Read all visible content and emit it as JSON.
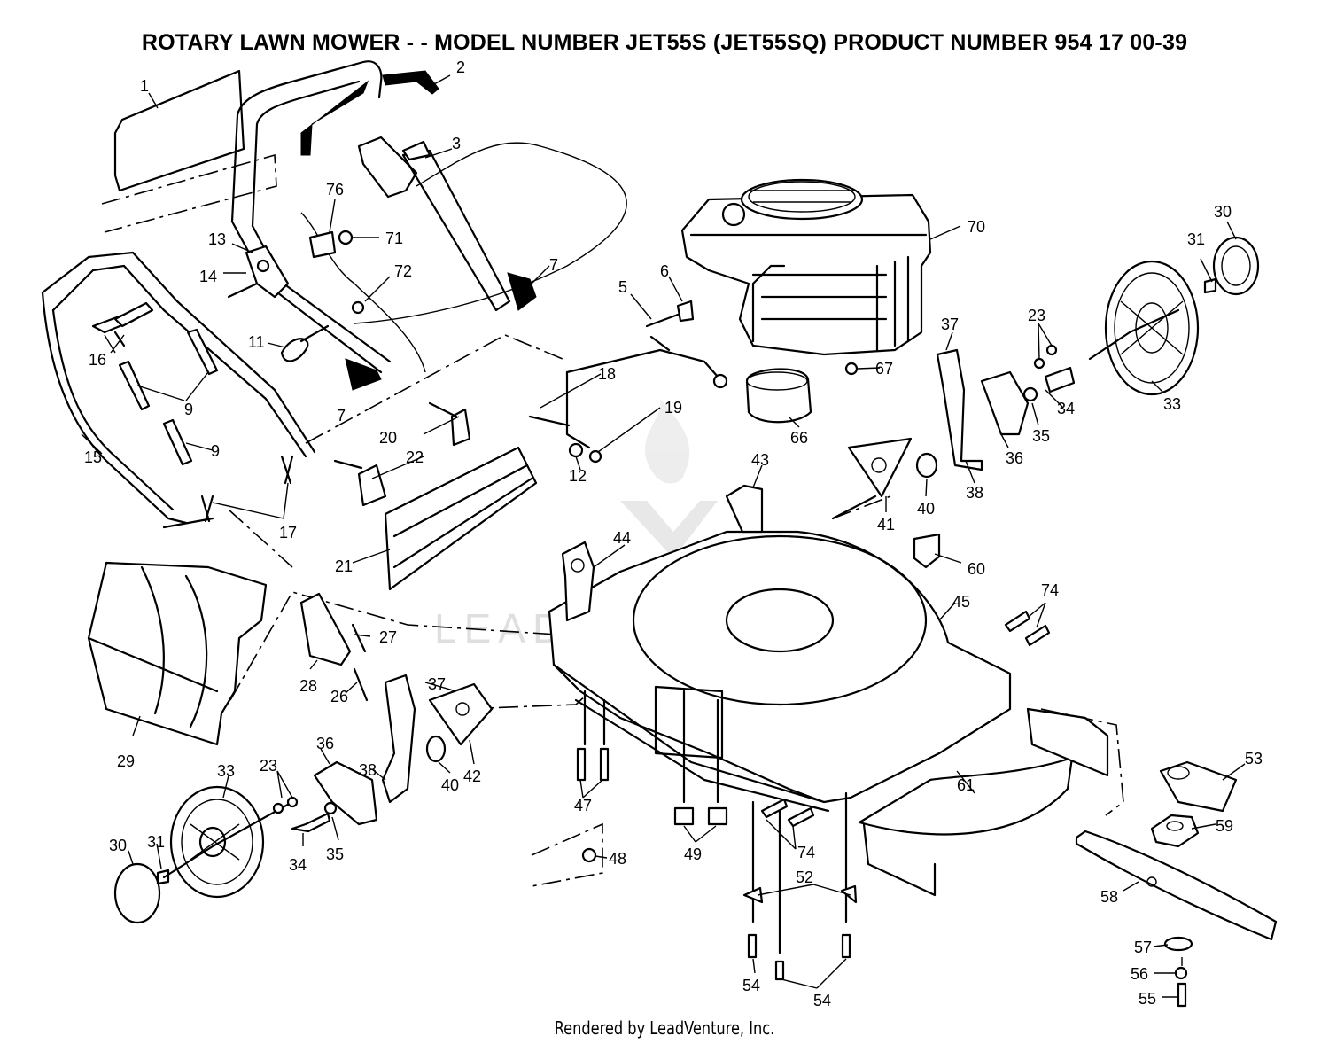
{
  "title": "ROTARY LAWN MOWER - - MODEL NUMBER JET55S (JET55SQ) PRODUCT NUMBER 954 17 00-39",
  "footer": "Rendered by LeadVenture, Inc.",
  "watermark": "LEADVENTURE",
  "callouts": [
    "1",
    "2",
    "3",
    "76",
    "71",
    "72",
    "7",
    "13",
    "14",
    "11",
    "16",
    "9",
    "15",
    "17",
    "70",
    "6",
    "5",
    "30",
    "31",
    "37",
    "23",
    "67",
    "18",
    "19",
    "20",
    "22",
    "21",
    "12",
    "66",
    "34",
    "33",
    "43",
    "35",
    "36",
    "38",
    "41",
    "40",
    "44",
    "60",
    "45",
    "74",
    "27",
    "28",
    "26",
    "29",
    "37",
    "42",
    "40",
    "33",
    "36",
    "23",
    "38",
    "35",
    "34",
    "31",
    "30",
    "47",
    "48",
    "49",
    "52",
    "54",
    "61",
    "53",
    "59",
    "58",
    "57",
    "56",
    "55"
  ]
}
